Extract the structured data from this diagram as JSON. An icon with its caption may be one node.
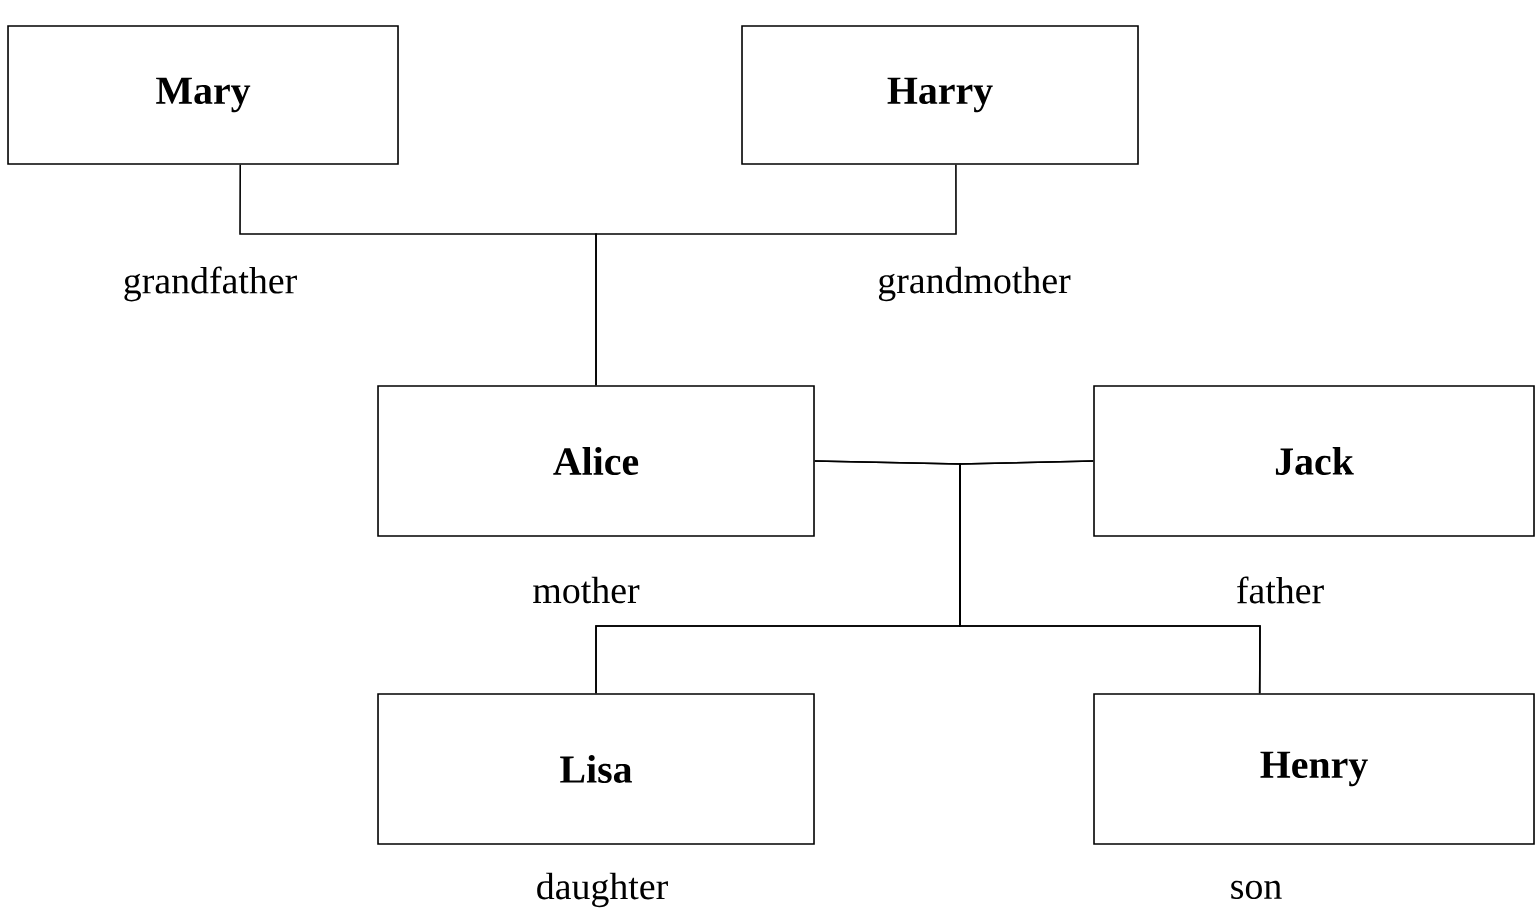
{
  "diagram": {
    "nodes": [
      {
        "text": [
          "Mary"
        ],
        "beside": [
          "grandfather"
        ]
      },
      {
        "text": [
          "Harry"
        ],
        "beside": [
          "grandmother"
        ]
      },
      {
        "text": [
          "Alice"
        ],
        "beside": [
          "mother"
        ]
      },
      {
        "text": [
          "Jack"
        ],
        "beside": [
          "father"
        ]
      },
      {
        "text": [
          "Lisa"
        ],
        "beside": [
          "daughter"
        ]
      },
      {
        "text": [
          "Henry"
        ],
        "beside": [
          "son"
        ]
      }
    ],
    "edges": [
      {
        "from": 0,
        "to": 2,
        "arrow": "none"
      },
      {
        "from": 1,
        "to": 2,
        "arrow": "none"
      },
      {
        "from": 2,
        "to": 4,
        "arrow": "none"
      },
      {
        "from": 2,
        "to": 5,
        "arrow": "none"
      },
      {
        "from": 3,
        "to": 4,
        "arrow": "none"
      },
      {
        "from": 3,
        "to": 5,
        "arrow": "none"
      }
    ]
  }
}
